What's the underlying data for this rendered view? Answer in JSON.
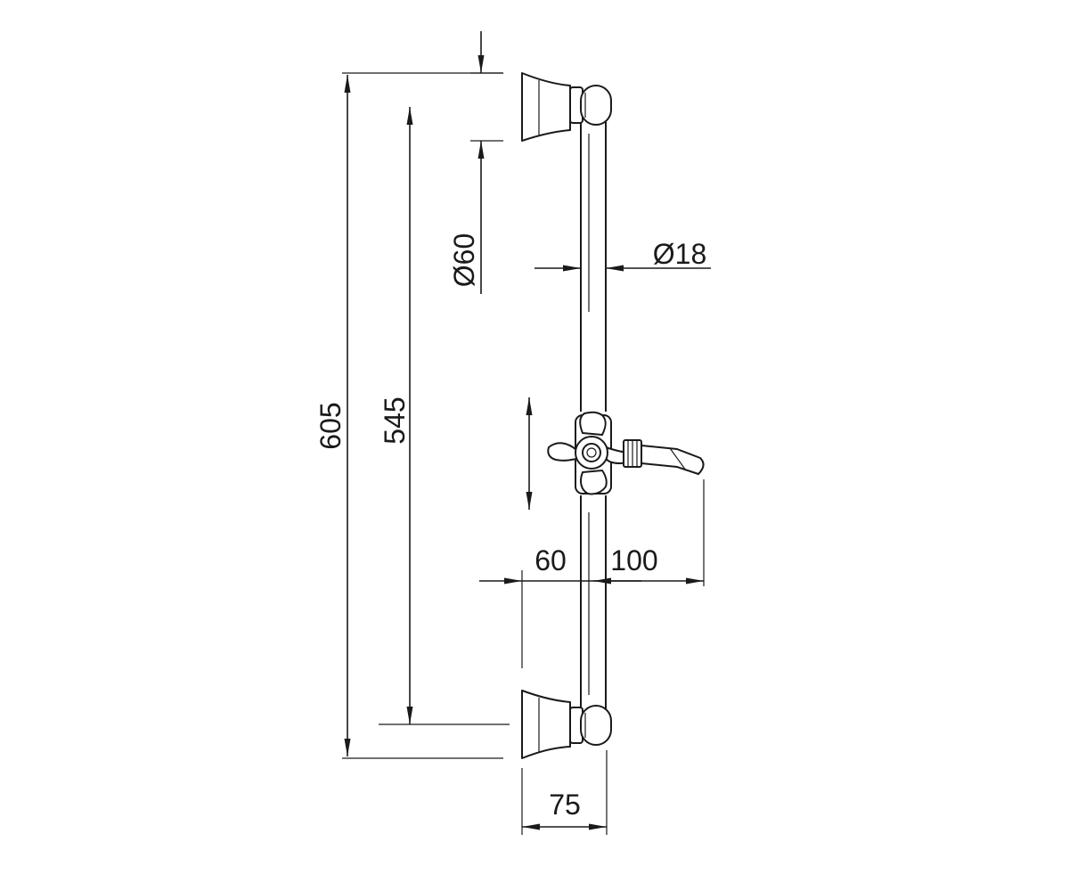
{
  "dimensions": {
    "overall_height": "605",
    "bar_length": "545",
    "bracket_diameter": "Ø60",
    "bar_diameter": "Ø18",
    "slider_offset": "60",
    "holder_reach": "100",
    "wall_projection": "75"
  },
  "colors": {
    "line": "#1a1a1a",
    "background": "#ffffff"
  }
}
